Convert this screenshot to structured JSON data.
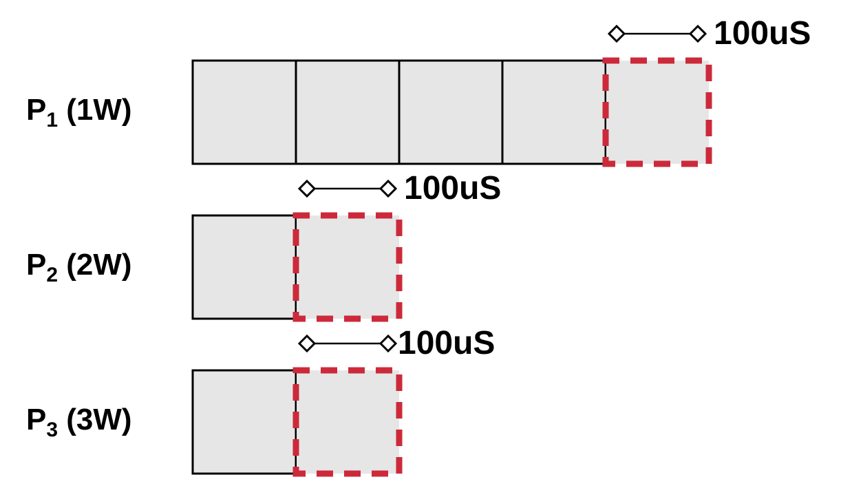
{
  "rows": [
    {
      "label_main": "P",
      "label_sub": "1",
      "label_rest": " (1W)",
      "solid_blocks": 4,
      "highlight_blocks": 1,
      "duration_label": "100uS"
    },
    {
      "label_main": "P",
      "label_sub": "2",
      "label_rest": " (2W)",
      "solid_blocks": 1,
      "highlight_blocks": 1,
      "duration_label": "100uS"
    },
    {
      "label_main": "P",
      "label_sub": "3",
      "label_rest": " (3W)",
      "solid_blocks": 1,
      "highlight_blocks": 1,
      "duration_label": "100uS"
    }
  ],
  "colors": {
    "block_fill": "#e6e6e6",
    "block_stroke": "#000000",
    "highlight_stroke": "#cc2a3a",
    "marker_stroke": "#000000"
  },
  "icons": {
    "marker": "diamond-marker-icon"
  }
}
